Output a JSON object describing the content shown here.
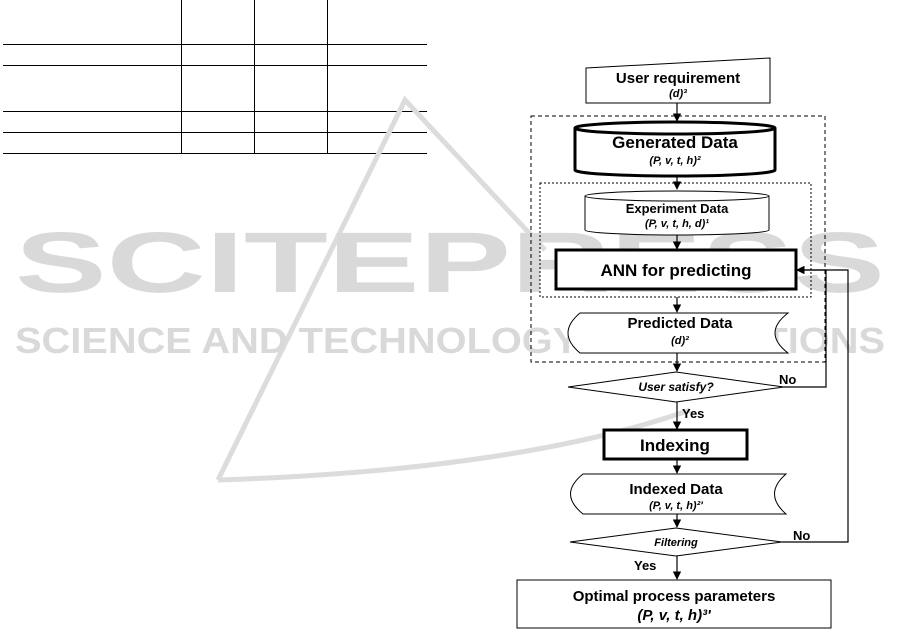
{
  "watermark": {
    "brand": "SCITEPRESS",
    "tagline": "SCIENCE AND TECHNOLOGY PUBLICATIONS"
  },
  "flowchart": {
    "user_requirement": {
      "title": "User requirement",
      "sub": "(d)³"
    },
    "generated_data": {
      "title": "Generated Data",
      "sub": "(P, v, t, h)²"
    },
    "experiment_data": {
      "title": "Experiment Data",
      "sub": "(P, v, t, h, d)¹"
    },
    "ann": {
      "title": "ANN for predicting"
    },
    "predicted_data": {
      "title": "Predicted Data",
      "sub": "(d)²"
    },
    "decision_satisfy": {
      "label": "User satisfy?",
      "no": "No",
      "yes": "Yes"
    },
    "indexing": {
      "title": "Indexing"
    },
    "indexed_data": {
      "title": "Indexed Data",
      "sub": "(P, v, t, h)²'"
    },
    "decision_filter": {
      "label": "Filtering",
      "no": "No",
      "yes": "Yes"
    },
    "optimal": {
      "title": "Optimal process parameters",
      "sub": "(P, v, t, h)³'"
    }
  },
  "colors": {
    "line": "#000000",
    "watermark": "#d9d9d9"
  }
}
